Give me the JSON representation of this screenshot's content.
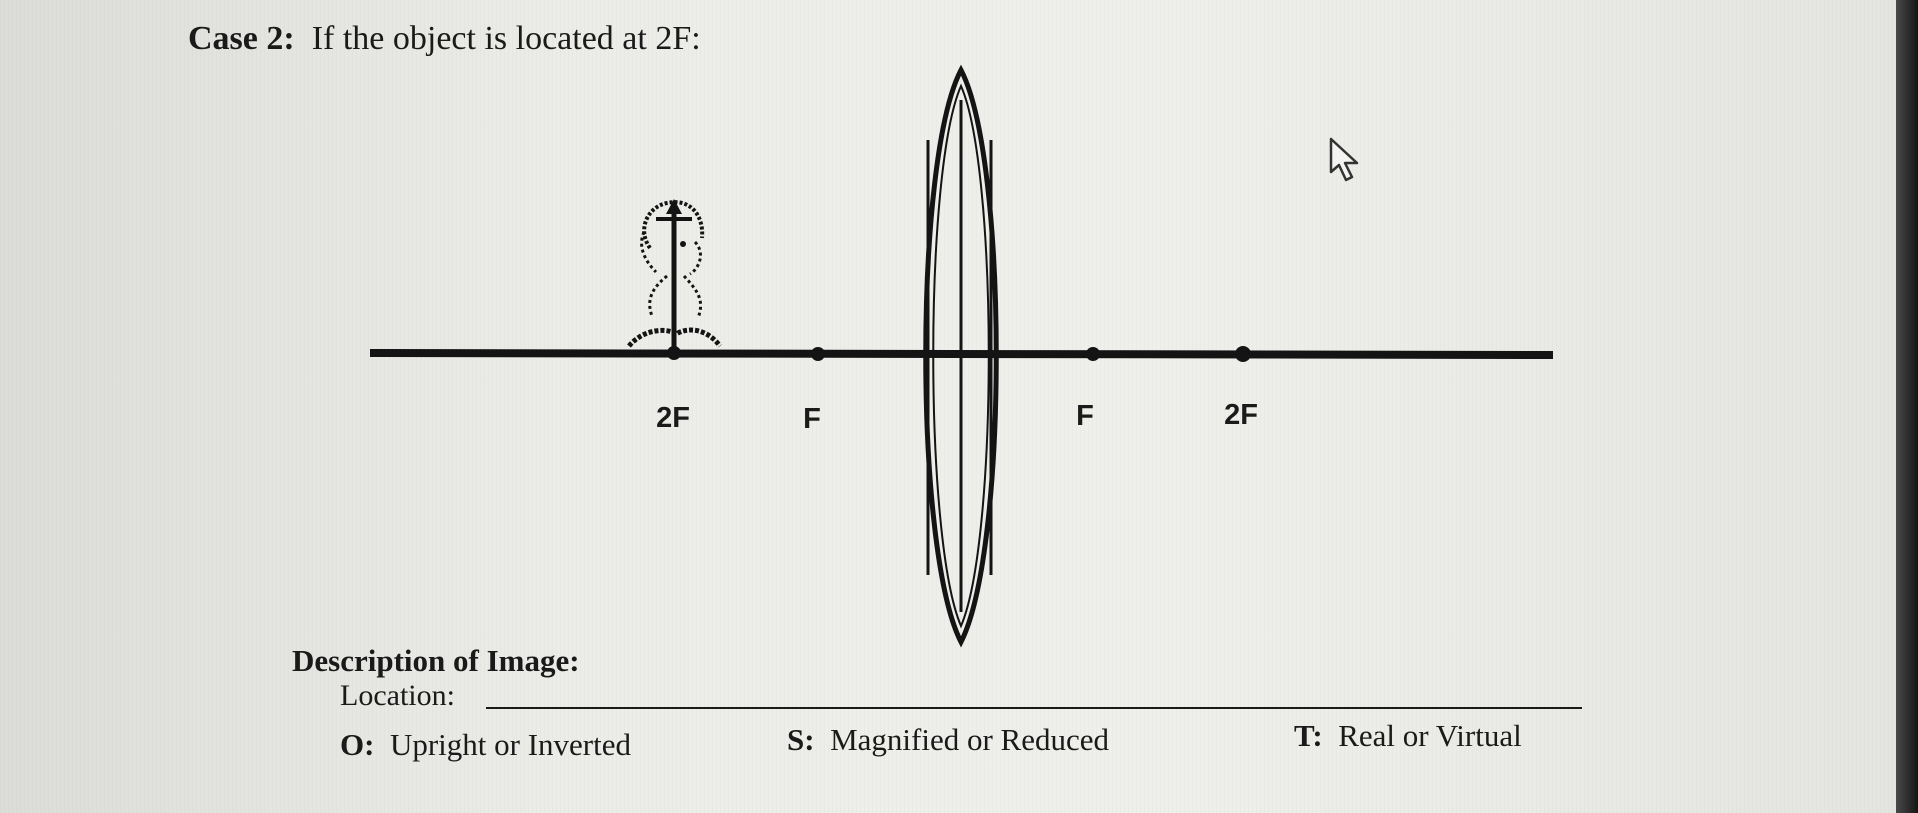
{
  "header": {
    "case_label": "Case 2:",
    "case_text": "If the object is located at 2F:"
  },
  "diagram": {
    "labels": [
      "2F",
      "F",
      "F",
      "2F"
    ]
  },
  "description": {
    "title": "Description of Image:",
    "location_label": "Location:",
    "orientation_key": "O:",
    "orientation_text": "Upright or Inverted",
    "size_key": "S:",
    "size_text": "Magnified or Reduced",
    "type_key": "T:",
    "type_text": "Real or Virtual"
  },
  "icons": {
    "cursor": "mouse-pointer-icon",
    "object": "stick-figure-object-icon"
  }
}
